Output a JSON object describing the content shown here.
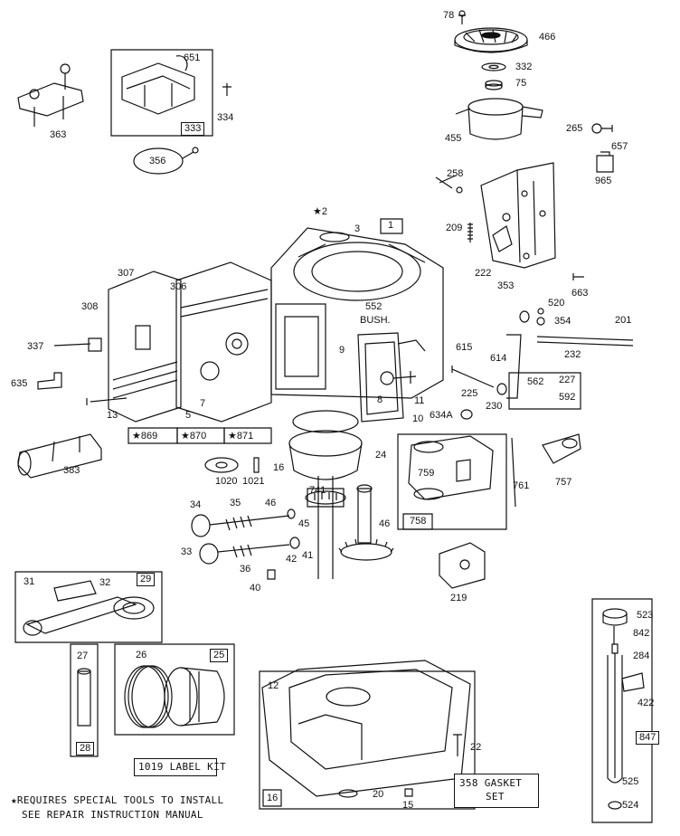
{
  "notes": {
    "special_tools_line1": "★REQUIRES SPECIAL TOOLS TO INSTALL",
    "special_tools_line2": "SEE REPAIR INSTRUCTION MANUAL",
    "label_kit": "1019 LABEL KIT",
    "gasket_set_line1": "358 GASKET",
    "gasket_set_line2": "SET"
  },
  "kit_tags": {
    "k869": "★869",
    "k870": "★870",
    "k871": "★871",
    "k1": "1",
    "k333": "333",
    "k29": "29",
    "k25": "25",
    "k28": "28",
    "k16": "16",
    "k758": "758",
    "k227": "227",
    "k847": "847"
  },
  "parts": {
    "p78": "78",
    "p466": "466",
    "p332": "332",
    "p75": "75",
    "p455": "455",
    "p265": "265",
    "p657": "657",
    "p965": "965",
    "p258": "258",
    "p209": "209",
    "p222": "222",
    "p663": "663",
    "p353": "353",
    "p520": "520",
    "p354": "354",
    "p201": "201",
    "p232": "232",
    "p651": "651",
    "p334": "334",
    "p356": "356",
    "p363": "363",
    "p2": "★2",
    "p3": "3",
    "p552": "552",
    "bush": "BUSH.",
    "p9": "9",
    "p8": "8",
    "p11": "11",
    "p10": "10",
    "p634a": "634A",
    "p615": "615",
    "p614": "614",
    "p225": "225",
    "p230": "230",
    "p562": "562",
    "p592": "592",
    "p307": "307",
    "p306": "306",
    "p308": "308",
    "p337": "337",
    "p635": "635",
    "p13": "13",
    "p5": "5",
    "p7": "7",
    "p383": "383",
    "p1020": "1020",
    "p1021": "1021",
    "p16a": "16",
    "p24": "24",
    "p741": "741",
    "p759": "759",
    "p761": "761",
    "p757": "757",
    "p34": "34",
    "p35": "35",
    "p46a": "46",
    "p45": "45",
    "p46b": "46",
    "p33": "33",
    "p42": "42",
    "p41": "41",
    "p36": "36",
    "p40": "40",
    "p219": "219",
    "p31": "31",
    "p32": "32",
    "p27": "27",
    "p26": "26",
    "p12": "12",
    "p22": "22",
    "p20": "20",
    "p15": "15",
    "p523": "523",
    "p842": "842",
    "p284": "284",
    "p422": "422",
    "p525": "525",
    "p524": "524"
  }
}
